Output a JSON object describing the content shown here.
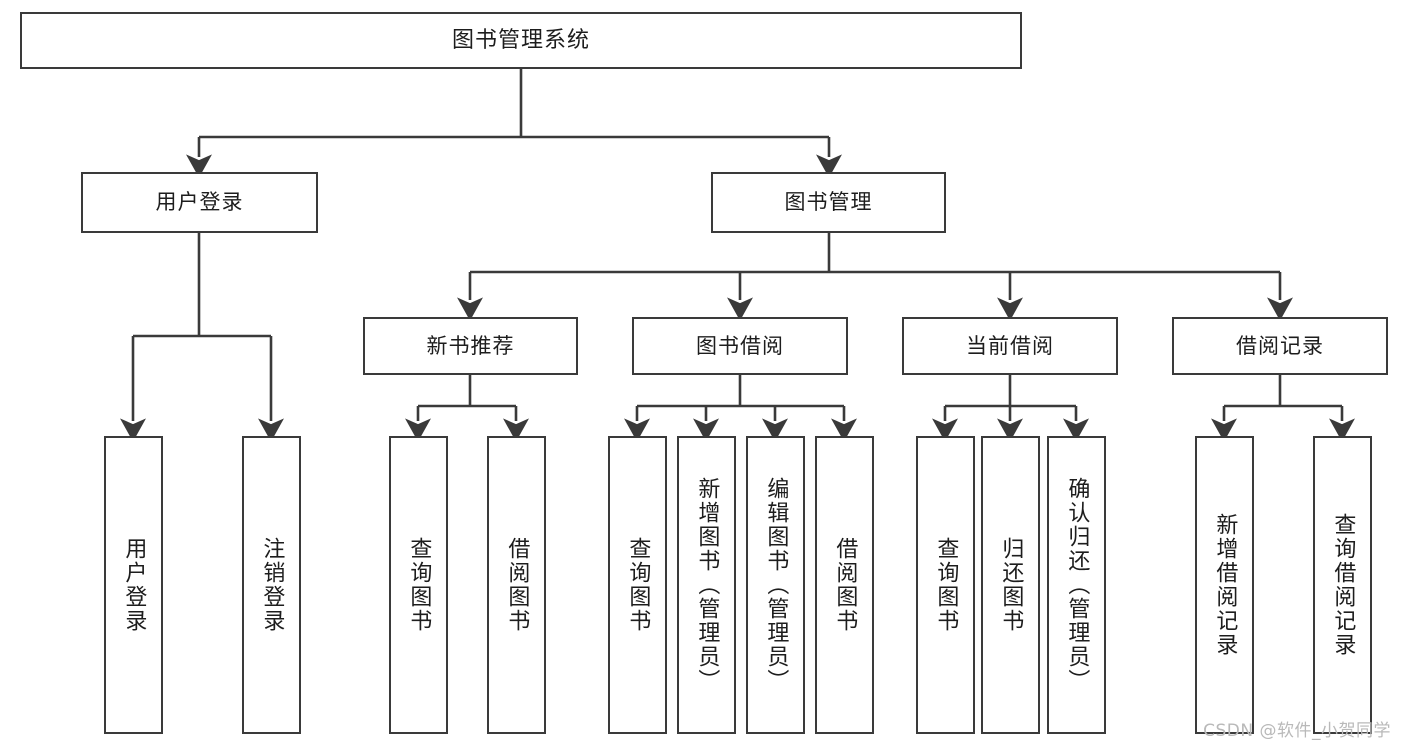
{
  "diagram": {
    "type": "tree",
    "title": "图书管理系统",
    "root": {
      "label": "图书管理系统"
    },
    "level1": [
      {
        "id": "user-login",
        "label": "用户登录"
      },
      {
        "id": "book-manage",
        "label": "图书管理"
      }
    ],
    "level2": [
      {
        "id": "new-book-recommend",
        "label": "新书推荐",
        "parent": "book-manage"
      },
      {
        "id": "book-borrow",
        "label": "图书借阅",
        "parent": "book-manage"
      },
      {
        "id": "current-borrow",
        "label": "当前借阅",
        "parent": "book-manage"
      },
      {
        "id": "borrow-record",
        "label": "借阅记录",
        "parent": "book-manage"
      }
    ],
    "leaves": [
      {
        "id": "leaf-user-login",
        "label": "用户登录",
        "parent": "user-login"
      },
      {
        "id": "leaf-logout",
        "label": "注销登录",
        "parent": "user-login"
      },
      {
        "id": "leaf-query-book-1",
        "label": "查询图书",
        "parent": "new-book-recommend"
      },
      {
        "id": "leaf-borrow-book-1",
        "label": "借阅图书",
        "parent": "new-book-recommend"
      },
      {
        "id": "leaf-query-book-2",
        "label": "查询图书",
        "parent": "book-borrow"
      },
      {
        "id": "leaf-add-book",
        "label": "新增图书（管理员）",
        "parent": "book-borrow"
      },
      {
        "id": "leaf-edit-book",
        "label": "编辑图书（管理员）",
        "parent": "book-borrow"
      },
      {
        "id": "leaf-borrow-book-2",
        "label": "借阅图书",
        "parent": "book-borrow"
      },
      {
        "id": "leaf-query-book-3",
        "label": "查询图书",
        "parent": "current-borrow"
      },
      {
        "id": "leaf-return-book",
        "label": "归还图书",
        "parent": "current-borrow"
      },
      {
        "id": "leaf-confirm-return",
        "label": "确认归还（管理员）",
        "parent": "current-borrow"
      },
      {
        "id": "leaf-add-record",
        "label": "新增借阅记录",
        "parent": "borrow-record"
      },
      {
        "id": "leaf-query-record",
        "label": "查询借阅记录",
        "parent": "borrow-record"
      }
    ]
  },
  "watermark": {
    "text": "CSDN @软件_小贺同学"
  },
  "colors": {
    "stroke": "#3a3a3a",
    "background": "#ffffff",
    "text": "#1d1d1d",
    "watermark": "#b9b9b9"
  }
}
